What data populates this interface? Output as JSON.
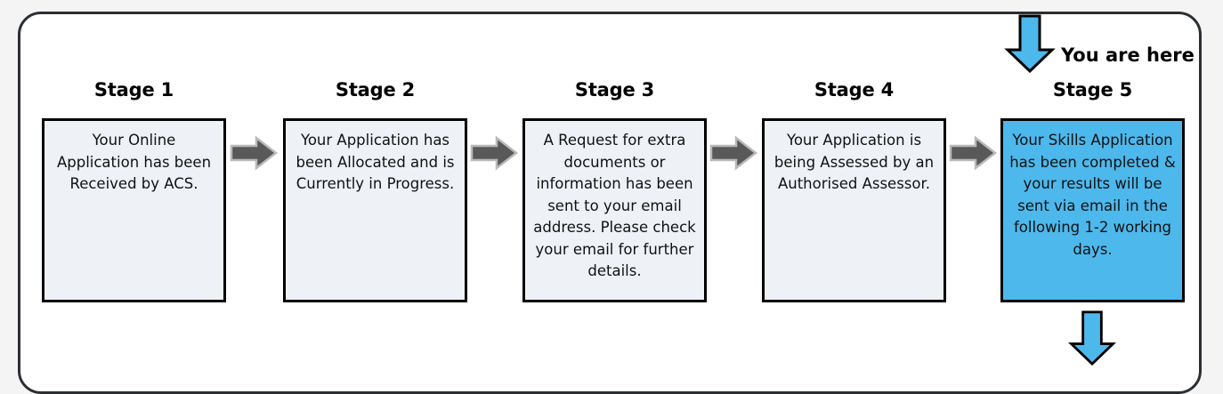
{
  "diagram": {
    "title_text": "",
    "colors": {
      "page_background": "#f4f4f4",
      "panel_background": "#ffffff",
      "panel_border": "#2b2f33",
      "box_fill": "#eef2f7",
      "box_border": "#000000",
      "current_stage_fill": "#4db8ec",
      "connector_arrow": "#595959",
      "marker_arrow": "#4db8ec"
    },
    "stages": [
      {
        "title": "Stage 1",
        "text": "Your Online Application has been Received by ACS.",
        "current": false
      },
      {
        "title": "Stage 2",
        "text": "Your Application has been Allocated and is Currently in Progress.",
        "current": false
      },
      {
        "title": "Stage 3",
        "text": "A Request for extra documents or information has been sent to your email address. Please check your email for further details.",
        "current": false
      },
      {
        "title": "Stage 4",
        "text": "Your Application is being Assessed by an Authorised Assessor.",
        "current": false
      },
      {
        "title": "Stage 5",
        "text": "Your Skills Application has been completed & your results will be sent via email in the following 1-2 working days.",
        "current": true
      }
    ],
    "marker": {
      "label": "You are here",
      "icon": "down-arrow-icon"
    },
    "next_arrow": {
      "icon": "down-arrow-icon"
    },
    "connectors": [
      {
        "icon": "right-arrow-icon"
      },
      {
        "icon": "right-arrow-icon"
      },
      {
        "icon": "right-arrow-icon"
      },
      {
        "icon": "right-arrow-icon"
      }
    ]
  }
}
